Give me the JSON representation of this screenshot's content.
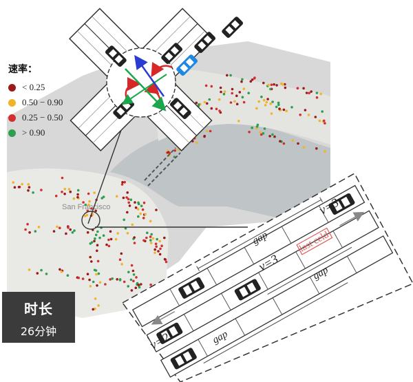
{
  "legend": {
    "title": "速率：",
    "items": [
      {
        "label": "< 0.25",
        "color": "#9b1b1b"
      },
      {
        "label": "0.50 − 0.90",
        "color": "#f0b429"
      },
      {
        "label": "0.25 − 0.50",
        "color": "#d32f2f"
      },
      {
        "label": "> 0.90",
        "color": "#2e9e4f"
      }
    ]
  },
  "duration": {
    "title": "时长",
    "value": "26分钟"
  },
  "map": {
    "city_label": "San Francisco"
  },
  "lane": {
    "v_top": "v=3",
    "v_middle": "v=3",
    "v_bottom": "v=2",
    "gap_top": "gap",
    "gap_mid_right": "gap",
    "gap_bottom": "gap",
    "last_cell": "last celd"
  }
}
